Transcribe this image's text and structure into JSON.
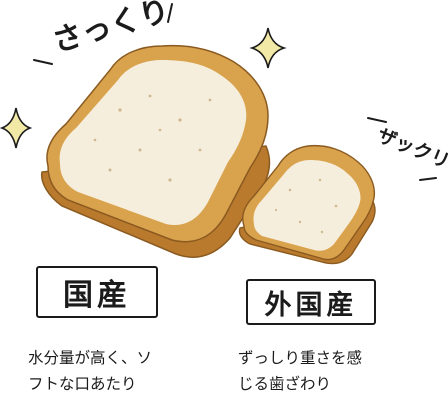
{
  "domestic": {
    "onomatopoeia": "さっくり",
    "label": "国産",
    "description": [
      "水分量が高く、ソ",
      "フトな口あたり"
    ]
  },
  "imported": {
    "onomatopoeia": "ザックリ",
    "label": "外国産",
    "description": [
      "ずっしり重さを感",
      "じる歯ざわり"
    ]
  },
  "colors": {
    "crust": "#d9a24d",
    "crust_dark": "#b97a2e",
    "crumb": "#f6eedc",
    "sparkle": "#f2e9a6",
    "ink": "#1b1b1b"
  }
}
